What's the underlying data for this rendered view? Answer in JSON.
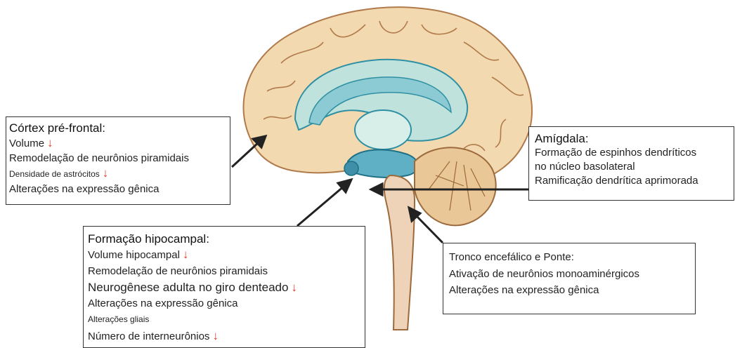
{
  "colors": {
    "cortex": "#f2d9b0",
    "cortex_outline": "#b07a4a",
    "limbic": "#bfe3dc",
    "limbic_outline": "#2f8fa3",
    "hippocampus": "#5fb0c4",
    "cerebellum": "#e9c796",
    "brainstem": "#eed3b8",
    "arrow": "#222222",
    "decrease_arrow": "#e53a2e"
  },
  "cortex_box": {
    "title": "Córtex pré-frontal:",
    "items": [
      {
        "text": "Volume",
        "decrease": true
      },
      {
        "text": "Remodelação de neurônios piramidais",
        "decrease": false
      },
      {
        "text": "Densidade de astrócitos",
        "decrease": true
      },
      {
        "text": "Alterações na expressão gênica",
        "decrease": false
      }
    ]
  },
  "amygdala_box": {
    "title": "Amígdala:",
    "items": [
      {
        "text": "Formação de espinhos dendríticos"
      },
      {
        "text": "no núcleo basolateral"
      },
      {
        "text": "Ramificação dendrítica aprimorada"
      }
    ]
  },
  "hippocampus_box": {
    "title": "Formação hipocampal:",
    "items": [
      {
        "text": "Volume hipocampal",
        "decrease": true
      },
      {
        "text": "Remodelação de neurônios piramidais",
        "decrease": false
      },
      {
        "text": "Neurogênese adulta no giro denteado",
        "decrease": true
      },
      {
        "text": "Alterações na expressão gênica",
        "decrease": false
      },
      {
        "text": "Alterações gliais",
        "decrease": false
      },
      {
        "text": "Número de interneurônios",
        "decrease": true
      }
    ]
  },
  "brainstem_box": {
    "title": "Tronco encefálico e Ponte:",
    "items": [
      {
        "text": "Ativação de neurônios monoaminérgicos"
      },
      {
        "text": "Alterações na expressão gênica"
      }
    ]
  },
  "decrease_symbol": "↓"
}
